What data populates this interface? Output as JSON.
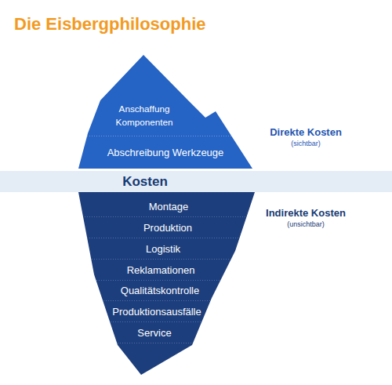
{
  "diagram": {
    "title": "Die Eisbergphilosophie",
    "nodes": [
      {
        "text": [
          "Anschaffung Komponenten"
        ]
      },
      {
        "text": [
          "Abschreibung Werkzeuge"
        ]
      },
      {
        "text": [
          "Kosten"
        ]
      },
      {
        "text": [
          "Montage"
        ]
      },
      {
        "text": [
          "Produktion"
        ]
      },
      {
        "text": [
          "Logistik"
        ]
      },
      {
        "text": [
          "Reklamationen"
        ]
      },
      {
        "text": [
          "Qualitätskontrolle"
        ]
      },
      {
        "text": [
          "Produktionsausfälle"
        ]
      },
      {
        "text": [
          "Service"
        ]
      }
    ],
    "labels": [
      "Direkte Kosten",
      "(sichtbar)",
      "Indirekte Kosten",
      "(unsichtbar)"
    ]
  }
}
